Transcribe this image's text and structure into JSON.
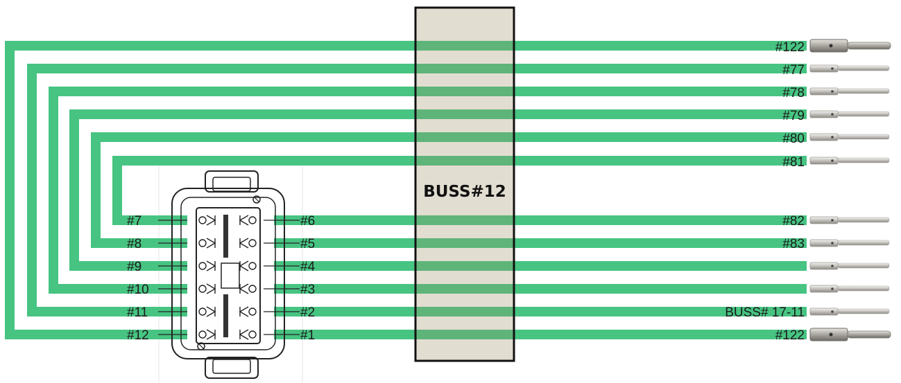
{
  "bus_label": "BUSS#12",
  "colors": {
    "wire": "#47c482",
    "bus_fill": "#e2ddd1",
    "bus_overlap": "#5fb47a",
    "bus_border": "#111111",
    "pin_metal": "#bdbab5"
  },
  "right_labels": [
    "#122",
    "#77",
    "#78",
    "#79",
    "#80",
    "#81",
    "#82",
    "#83",
    "",
    "",
    "BUSS# 17-11",
    "#122"
  ],
  "connector_labels": {
    "left": [
      "#7",
      "#8",
      "#9",
      "#10",
      "#11",
      "#12"
    ],
    "right": [
      "#6",
      "#5",
      "#4",
      "#3",
      "#2",
      "#1"
    ]
  },
  "icons": [
    "terminal-pin-icon",
    "connector-housing-icon"
  ]
}
